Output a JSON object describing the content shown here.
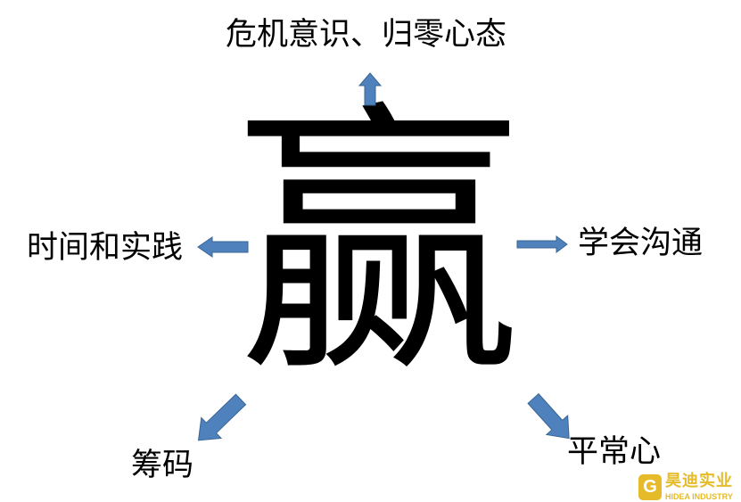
{
  "center_char": "赢",
  "labels": {
    "top": "危机意识、归零心态",
    "left": "时间和实践",
    "right": "学会沟通",
    "bottom_left": "筹码",
    "bottom_right": "平常心"
  },
  "watermark": {
    "name_cn": "昊迪实业",
    "name_en": "HIDEA INDUSTRY"
  },
  "colors": {
    "arrow_fill": "#4f81bd",
    "arrow_stroke": "#3a6594",
    "logo": "#e6bb2a"
  }
}
